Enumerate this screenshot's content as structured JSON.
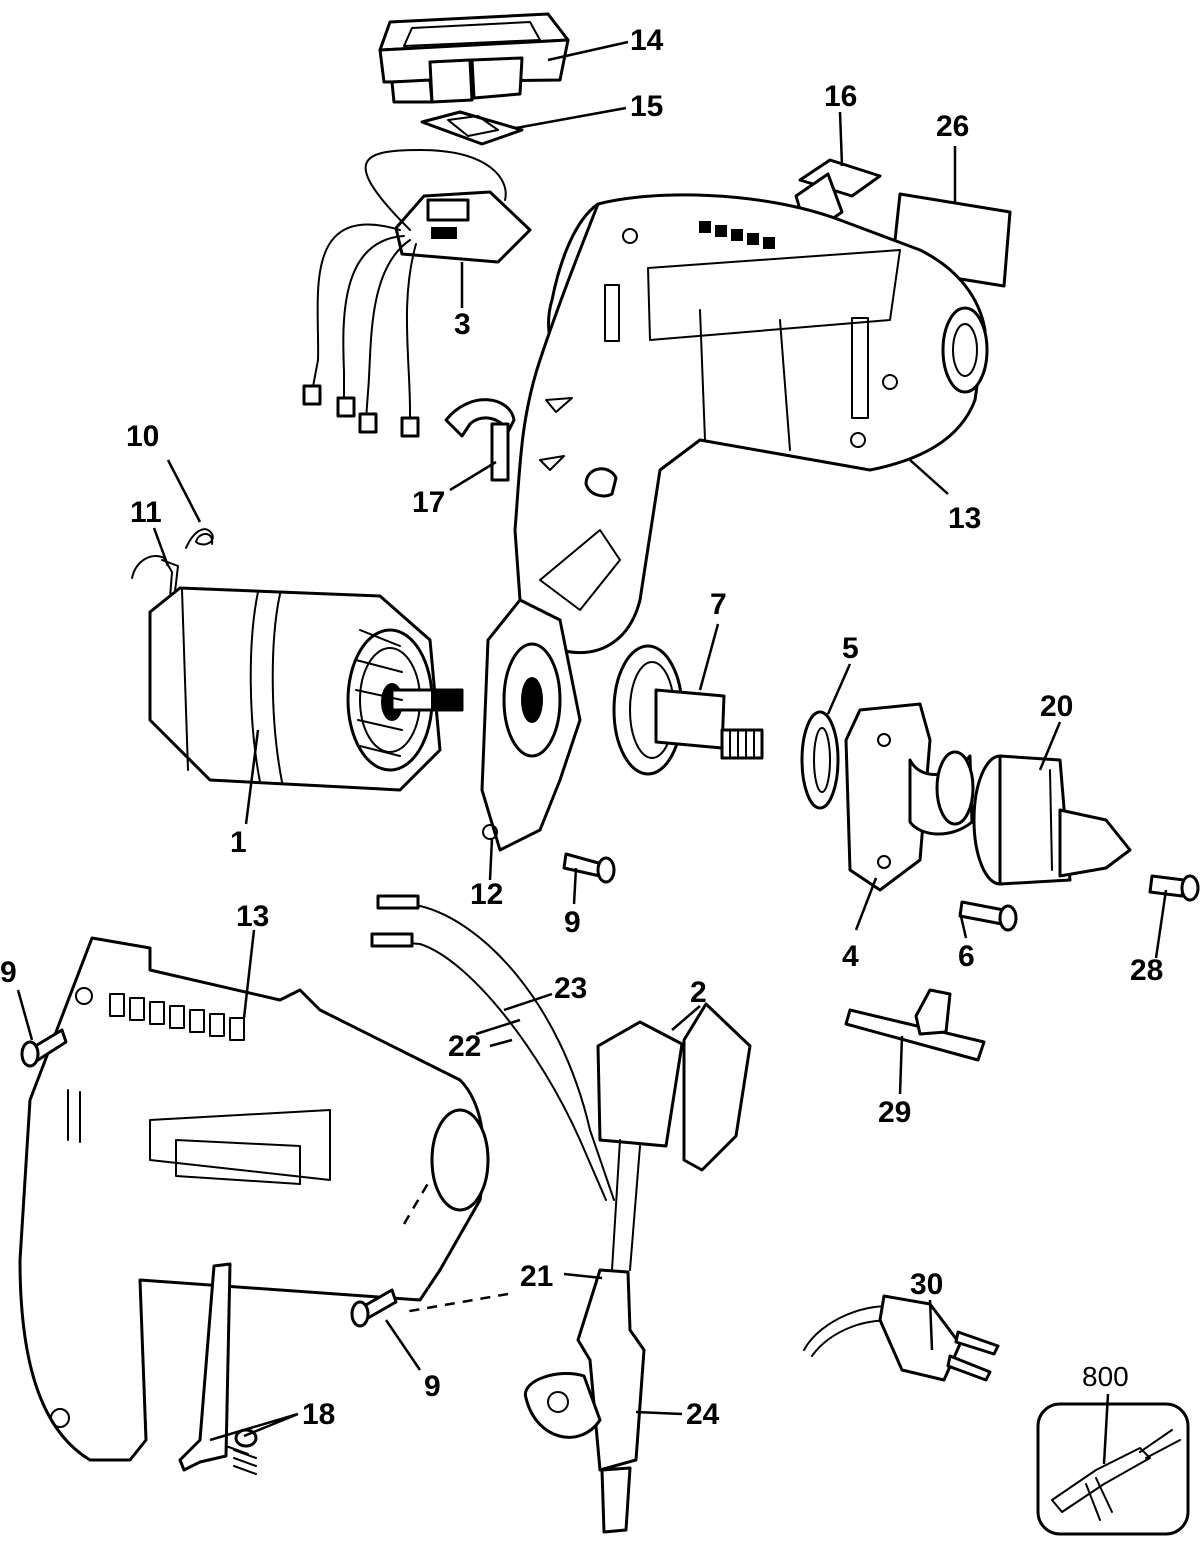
{
  "diagram": {
    "callouts": [
      {
        "id": "c14",
        "label": "14"
      },
      {
        "id": "c15",
        "label": "15"
      },
      {
        "id": "c16",
        "label": "16"
      },
      {
        "id": "c26",
        "label": "26"
      },
      {
        "id": "c3",
        "label": "3"
      },
      {
        "id": "c10",
        "label": "10"
      },
      {
        "id": "c11",
        "label": "11"
      },
      {
        "id": "c17",
        "label": "17"
      },
      {
        "id": "c13a",
        "label": "13"
      },
      {
        "id": "c7",
        "label": "7"
      },
      {
        "id": "c5",
        "label": "5"
      },
      {
        "id": "c20",
        "label": "20"
      },
      {
        "id": "c1",
        "label": "1"
      },
      {
        "id": "c12",
        "label": "12"
      },
      {
        "id": "c9a",
        "label": "9"
      },
      {
        "id": "c4",
        "label": "4"
      },
      {
        "id": "c6",
        "label": "6"
      },
      {
        "id": "c28",
        "label": "28"
      },
      {
        "id": "c13b",
        "label": "13"
      },
      {
        "id": "c9b",
        "label": "9"
      },
      {
        "id": "c23",
        "label": "23"
      },
      {
        "id": "c22",
        "label": "22"
      },
      {
        "id": "c2",
        "label": "2"
      },
      {
        "id": "c29",
        "label": "29"
      },
      {
        "id": "c21",
        "label": "21"
      },
      {
        "id": "c30",
        "label": "30"
      },
      {
        "id": "c9c",
        "label": "9"
      },
      {
        "id": "c18",
        "label": "18"
      },
      {
        "id": "c24",
        "label": "24"
      },
      {
        "id": "c800",
        "label": "800"
      }
    ]
  }
}
